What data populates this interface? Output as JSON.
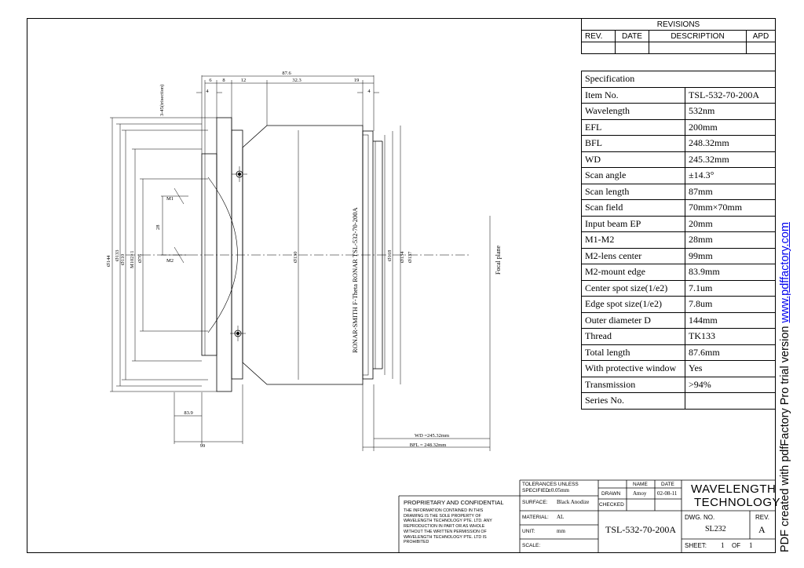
{
  "revisions": {
    "title": "REVISIONS",
    "headers": [
      "REV.",
      "DATE",
      "DESCRIPTION",
      "APD"
    ]
  },
  "specification": {
    "title": "Specification",
    "rows": [
      {
        "label": "Item No.",
        "value": "TSL-532-70-200A"
      },
      {
        "label": "Wavelength",
        "value": "532nm"
      },
      {
        "label": "EFL",
        "value": "200mm"
      },
      {
        "label": "BFL",
        "value": "248.32mm"
      },
      {
        "label": "WD",
        "value": "245.32mm"
      },
      {
        "label": "Scan angle",
        "value": "±14.3°"
      },
      {
        "label": "Scan length",
        "value": "87mm"
      },
      {
        "label": "Scan field",
        "value": "70mm×70mm"
      },
      {
        "label": "Input beam EP",
        "value": "20mm"
      },
      {
        "label": "M1-M2",
        "value": "28mm"
      },
      {
        "label": "M2-lens center",
        "value": "99mm"
      },
      {
        "label": "M2-mount edge",
        "value": "83.9mm"
      },
      {
        "label": "Center spot size(1/e2)",
        "value": "7.1um"
      },
      {
        "label": "Edge spot size(1/e2)",
        "value": "7.8um"
      },
      {
        "label": "Outer diameter D",
        "value": "144mm"
      },
      {
        "label": "Thread",
        "value": "TK133"
      },
      {
        "label": "Total length",
        "value": "87.6mm"
      },
      {
        "label": "With protective window",
        "value": "Yes"
      },
      {
        "label": "Transmission",
        "value": ">94%"
      },
      {
        "label": "Series No.",
        "value": ""
      }
    ]
  },
  "drawing": {
    "dims_top": {
      "total": "87.6",
      "d6": "6",
      "d8": "8",
      "d12": "12",
      "d32": "32.3",
      "d19": "19",
      "d4a": "4",
      "d4b": "4",
      "trisection": "3-45(trisection)"
    },
    "dims_left": [
      "Ø144",
      "Ø133",
      "Ø110",
      "M102×1",
      "Ø76"
    ],
    "dims_right": [
      "Ø118",
      "Ø134",
      "Ø137"
    ],
    "center_dia": "Ø130",
    "m1": "M1",
    "m2": "M2",
    "m_gap": "28",
    "dim_839": "83.9",
    "dim_99": "99",
    "wd": "WD =245.32mm",
    "bfl": "BFL = 248.32mm",
    "lens_label": "RONAR-SMITH F-Theta RONAR TSL-532-70-200A",
    "focal_plane": "Focal plane"
  },
  "title_block": {
    "proprietary_title": "PROPRIETARY AND CONFIDENTIAL",
    "proprietary_text": [
      "THE INFORMATION CONTAINED IN THIS",
      "DRAWING IS THE SOLE PROPERTY OF",
      "WAVELENGTH TECHNOLOGY PTE. LTD. ANY",
      "REPRODUCTION IN PART OR AS WHOLE",
      "WITHOUT THE WRITTEN PERMISSION OF",
      "WAVELENGTH TECHNOLOGY PTE. LTD IS",
      "PROHIBITED"
    ],
    "tolerances_label": "TOLERANCES UNLESS",
    "specified_label": "SPECIFIED:",
    "specified_value": "±0.05mm",
    "surface_label": "SURFACE:",
    "surface_value": "Black Anodize",
    "material_label": "MATERIAL:",
    "material_value": "AL",
    "unit_label": "UNIT:",
    "unit_value": "mm",
    "scale_label": "SCALE:",
    "name_header": "NAME",
    "date_header": "DATE",
    "drawn_label": "DRAWN",
    "drawn_name": "Amoy",
    "drawn_date": "02-08-11",
    "checked_label": "CHECKED",
    "part_number": "TSL-532-70-200A",
    "company_line1": "WAVELENGTH",
    "company_line2": "TECHNOLOGY",
    "dwg_label": "DWG. NO.",
    "dwg_value": "SL232",
    "rev_label": "REV.",
    "rev_value": "A",
    "sheet_label": "SHEET:",
    "sheet_value": "1",
    "of_label": "OF",
    "sheet_total": "1"
  },
  "watermark": {
    "text": "PDF created with pdfFactory Pro trial version ",
    "link": "www.pdffactory.com"
  }
}
